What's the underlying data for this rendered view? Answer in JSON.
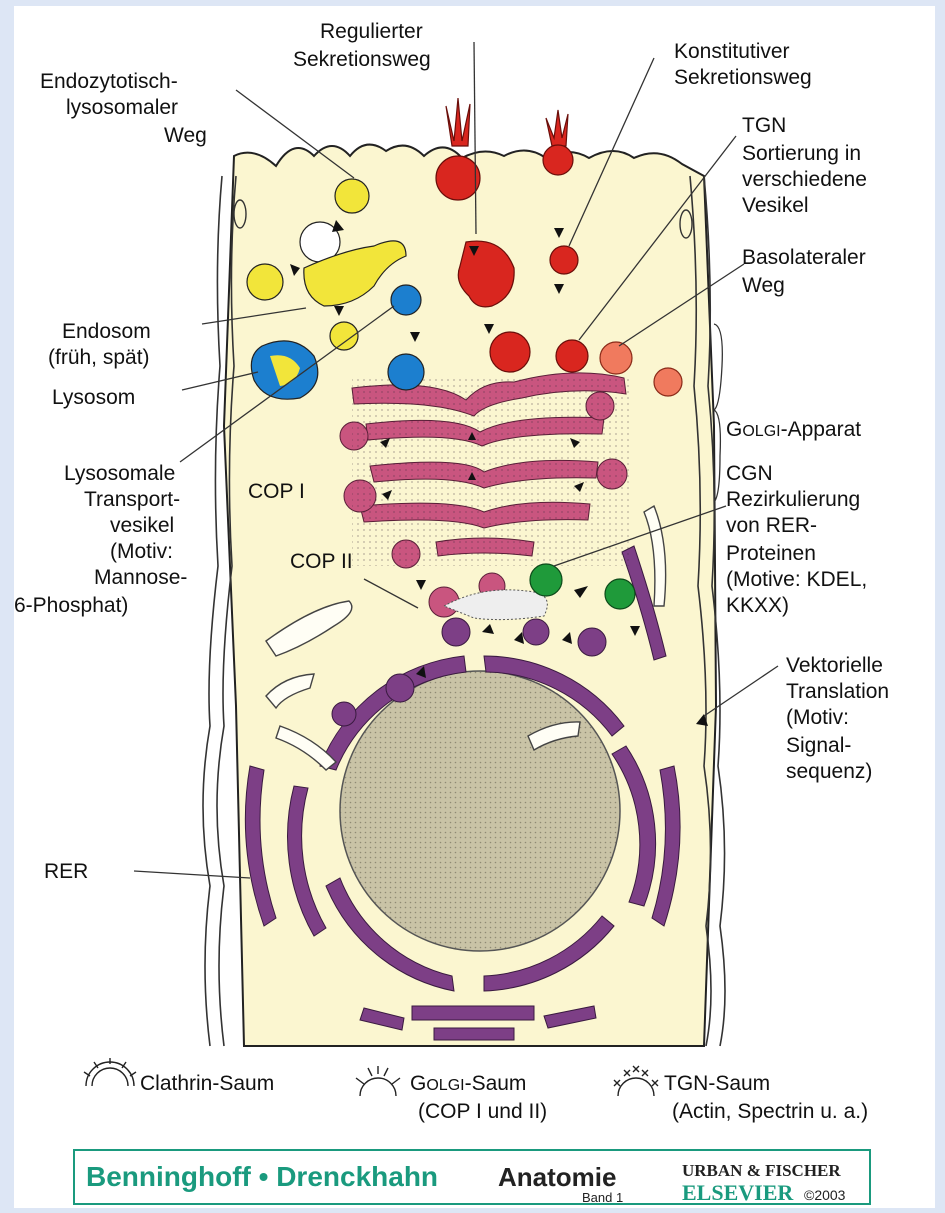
{
  "labels": {
    "regulierter_1": "Regulierter",
    "regulierter_2": "Sekretionsweg",
    "konstitutiver_1": "Konstitutiver",
    "konstitutiver_2": "Sekretionsweg",
    "endozyt_1": "Endozytotisch-",
    "endozyt_2": "lysosomaler",
    "endozyt_3": "Weg",
    "tgn_1": "TGN",
    "tgn_2": "Sortierung in",
    "tgn_3": "verschiedene",
    "tgn_4": "Vesikel",
    "baso_1": "Basolateraler",
    "baso_2": "Weg",
    "endosom_1": "Endosom",
    "endosom_2": "(früh, spät)",
    "lysosom": "Lysosom",
    "golgi_small": "OLGI",
    "golgi_cap": "G",
    "golgi_rest": "-Apparat",
    "lyso_1": "Lysosomale",
    "lyso_2": "Transport-",
    "lyso_3": "vesikel",
    "lyso_4": "(Motiv:",
    "lyso_5": "Mannose-",
    "lyso_6": "6-Phosphat)",
    "cop1": "COP I",
    "cop2": "COP II",
    "cgn_1": "CGN",
    "cgn_2": "Rezirkulierung",
    "cgn_3": "von RER-",
    "cgn_4": "Proteinen",
    "cgn_5": "(Motive: KDEL,",
    "cgn_6": "KKXX)",
    "vek_1": "Vektorielle",
    "vek_2": "Translation",
    "vek_3": "(Motiv:",
    "vek_4": "Signal-",
    "vek_5": "sequenz)",
    "rer": "RER"
  },
  "legend": {
    "clathrin": "Clathrin-Saum",
    "golgi_cap": "G",
    "golgi_small": "OLGI",
    "golgi_rest": "-Saum",
    "golgi_sub": "(COP I und II)",
    "tgn": "TGN-Saum",
    "tgn_sub": "(Actin, Spectrin u. a.)"
  },
  "footer": {
    "authors": "Benninghoff • Drenckhahn",
    "title": "Anatomie",
    "band": "Band 1",
    "publisher_1": "URBAN & FISCHER",
    "publisher_2": "ELSEVIER",
    "year": "©2003"
  },
  "colors": {
    "cell": "#fbf6d0",
    "golgi": "#c9557f",
    "rer": "#7d3f86",
    "nucleus": "#c9c3a6",
    "red": "#d9261f",
    "yellow": "#f2e53a",
    "blue": "#1c7fcf",
    "green": "#1f9a3a",
    "salmon": "#f07a5e",
    "footer_green": "#1a9a7e"
  }
}
